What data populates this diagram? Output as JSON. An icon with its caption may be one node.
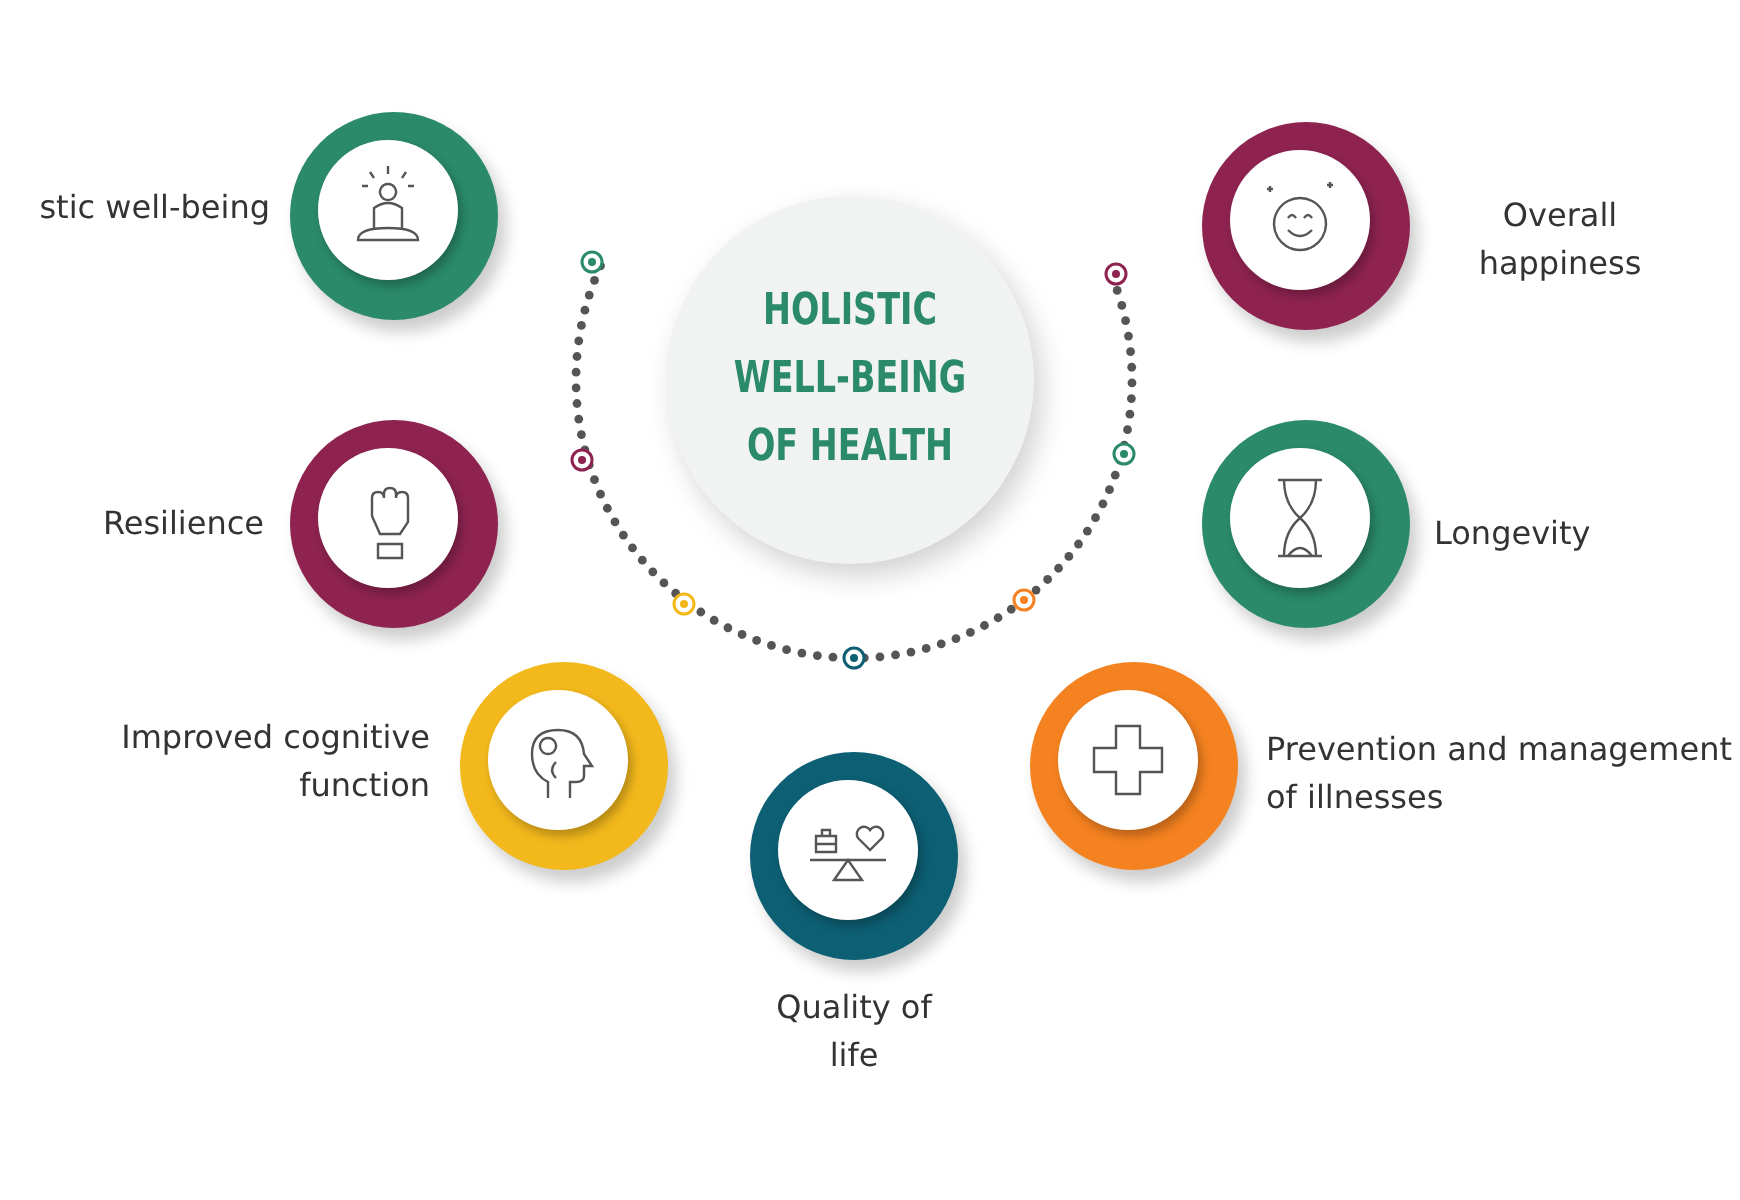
{
  "diagram": {
    "nodes": [
      {
        "text": [
          "HOLISTIC WELL-BEING OF HEALTH"
        ]
      },
      {
        "text": [],
        "shape": "circle",
        "beside": [
          "stic well-being"
        ]
      },
      {
        "text": [],
        "shape": "circle",
        "beside": [
          "Overall happiness"
        ]
      },
      {
        "text": [],
        "shape": "circle",
        "beside": [
          "Resilience"
        ]
      },
      {
        "text": [],
        "shape": "circle",
        "beside": [
          "Longevity"
        ]
      },
      {
        "text": [],
        "shape": "circle",
        "beside": [
          "Improved cognitive function"
        ]
      },
      {
        "text": [],
        "shape": "circle",
        "beside": [
          "Prevention and management of illnesses"
        ]
      },
      {
        "text": [],
        "shape": "circle",
        "beside": [
          "Quality of life"
        ]
      }
    ]
  }
}
